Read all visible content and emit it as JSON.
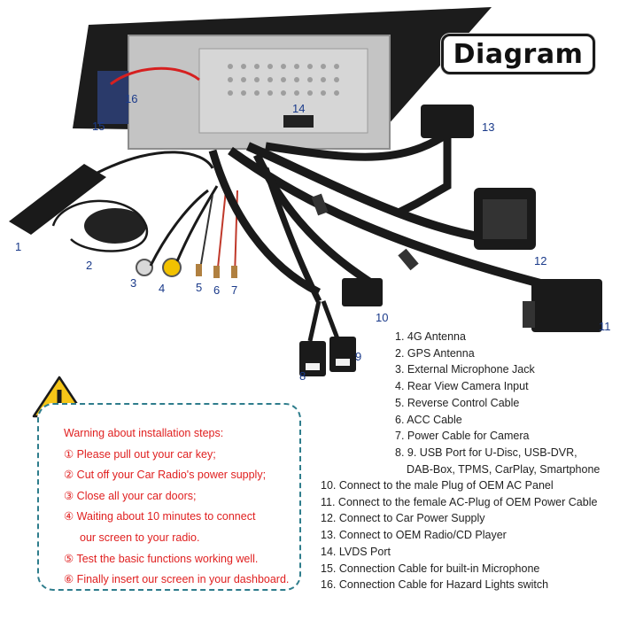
{
  "title": "Diagram",
  "callouts": [
    "1",
    "2",
    "3",
    "4",
    "5",
    "6",
    "7",
    "8",
    "9",
    "10",
    "11",
    "12",
    "13",
    "14",
    "15",
    "16"
  ],
  "legend": [
    "1. 4G Antenna",
    "2. GPS Antenna",
    "3. External Microphone Jack",
    "4. Rear View Camera Input",
    "5. Reverse Control Cable",
    "6. ACC Cable",
    "7. Power Cable for Camera",
    "8. 9. USB Port for U-Disc, USB-DVR,",
    "DAB-Box, TPMS, CarPlay, Smartphone",
    "10. Connect to the male Plug of OEM AC Panel",
    "11. Connect to the female AC-Plug of OEM Power Cable",
    "12. Connect to Car Power Supply",
    "13. Connect to OEM Radio/CD Player",
    "14. LVDS Port",
    "15. Connection Cable for built-in Microphone",
    "16. Connection Cable for Hazard Lights switch"
  ],
  "warning": {
    "heading": "Warning about installation steps:",
    "steps": [
      "① Please pull out your car key;",
      "② Cut off your Car Radio's power supply;",
      "③ Close all your car doors;",
      "④ Waiting about 10 minutes to connect",
      "our screen to your radio.",
      "⑤ Test the basic functions working well.",
      "⑥ Finally insert our screen in your dashboard."
    ]
  },
  "colors": {
    "callout": "#1a3a8a",
    "warning_text": "#e02020",
    "warning_border": "#2e7d8c",
    "cable": "#1a1a1a",
    "chassis": "#bdbdbd",
    "warning_icon": "#f5c518"
  }
}
